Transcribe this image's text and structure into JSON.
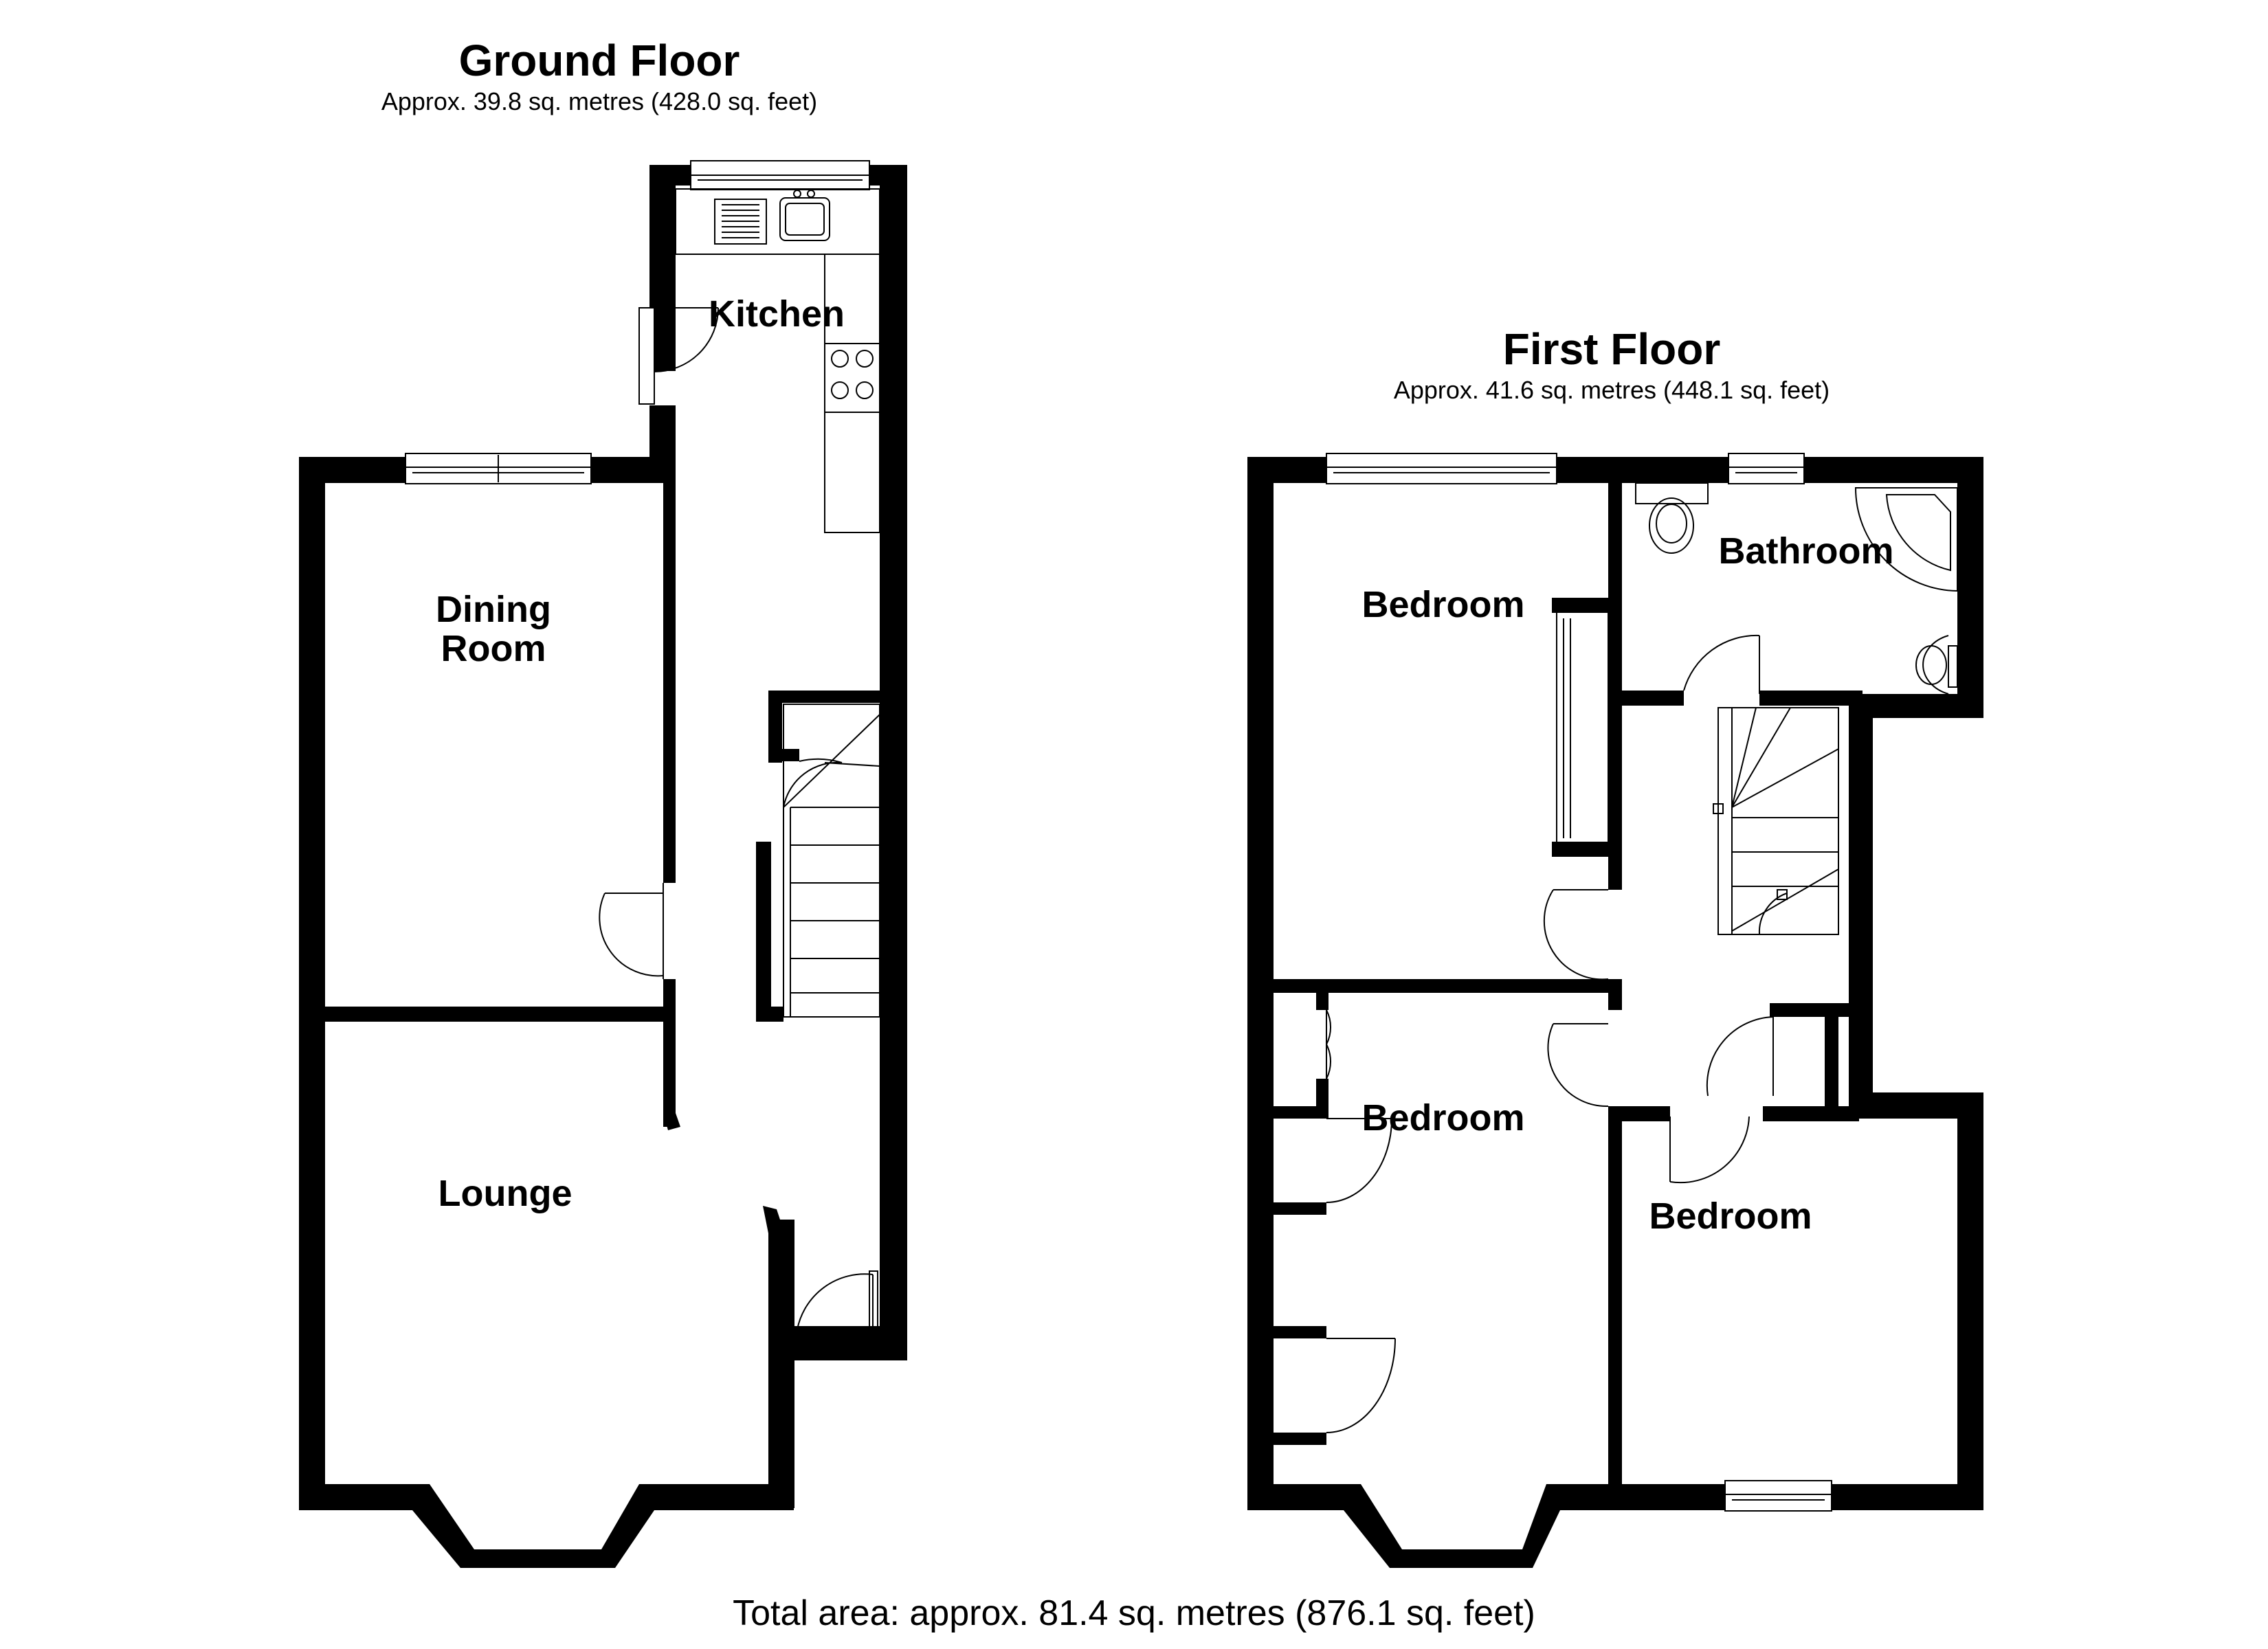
{
  "ground_floor": {
    "title": "Ground Floor",
    "area": "Approx. 39.8 sq. metres (428.0 sq. feet)",
    "rooms": {
      "kitchen": "Kitchen",
      "dining_line1": "Dining",
      "dining_line2": "Room",
      "lounge": "Lounge"
    }
  },
  "first_floor": {
    "title": "First Floor",
    "area": "Approx. 41.6 sq. metres (448.1 sq. feet)",
    "rooms": {
      "bedroom_rear": "Bedroom",
      "bathroom": "Bathroom",
      "bedroom_front_left": "Bedroom",
      "bedroom_front_right": "Bedroom"
    }
  },
  "total_area": "Total area: approx. 81.4 sq. metres (876.1 sq. feet)"
}
